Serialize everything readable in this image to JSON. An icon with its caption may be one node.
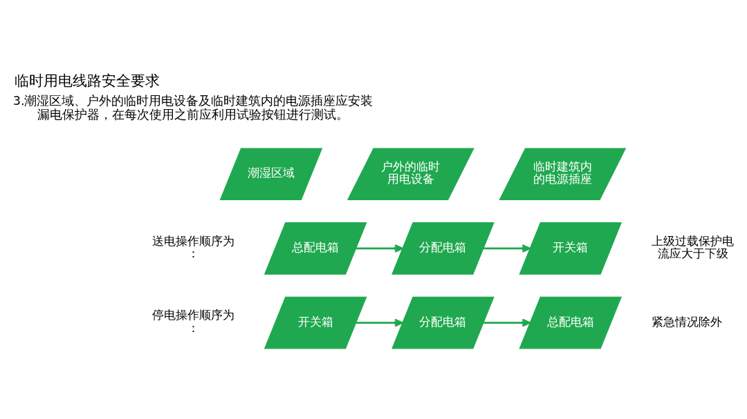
{
  "diagram": {
    "title": "临时用电线路安全要求",
    "nodes": [
      {
        "text": [
          "潮湿区域"
        ]
      },
      {
        "text": [
          "户外的临时用电设备"
        ]
      },
      {
        "text": [
          "临时建筑内的电源插座"
        ]
      },
      {
        "text": [
          "总配电箱"
        ]
      },
      {
        "text": [
          "分配电箱"
        ]
      },
      {
        "text": [
          "开关箱"
        ]
      },
      {
        "text": [
          "开关箱"
        ]
      },
      {
        "text": [
          "分配电箱"
        ]
      },
      {
        "text": [
          "总配电箱"
        ]
      }
    ],
    "edges": [
      {
        "from": 3,
        "to": 4,
        "arrow": "to"
      },
      {
        "from": 4,
        "to": 5,
        "arrow": "to"
      },
      {
        "from": 6,
        "to": 7,
        "arrow": "to"
      },
      {
        "from": 7,
        "to": 8,
        "arrow": "to"
      }
    ],
    "labels": [
      "3.潮湿区域、户外的临时用电设备及临时建筑内的电源插座应安装漏电保护器，在每次使用之前应利用试验按钮进行测试。",
      "送电操作顺序为：",
      "上级过载保护电流应大于下级",
      "停电操作顺序为：",
      "紧急情况除外"
    ]
  }
}
